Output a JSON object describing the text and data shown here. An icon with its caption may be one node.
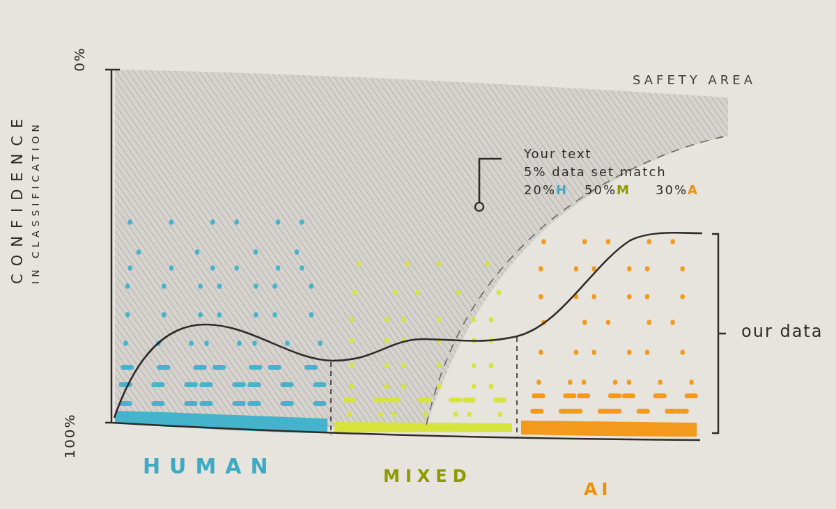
{
  "diagram": {
    "nodes": [
      {
        "text": [
          "Your text",
          "5% data set match",
          "20%",
          "H",
          "50%",
          "M",
          "30%",
          "A"
        ]
      },
      {
        "text": [],
        "shape": "circle"
      }
    ],
    "edges": [
      {
        "from": 0,
        "to": 1,
        "arrow": "none"
      }
    ],
    "labels": [
      "CONFIDENCE IN CLASSIFICATION",
      "0%",
      "100%",
      "SAFETY AREA",
      "our data",
      "HUMAN",
      "MIXED",
      "AI"
    ]
  }
}
